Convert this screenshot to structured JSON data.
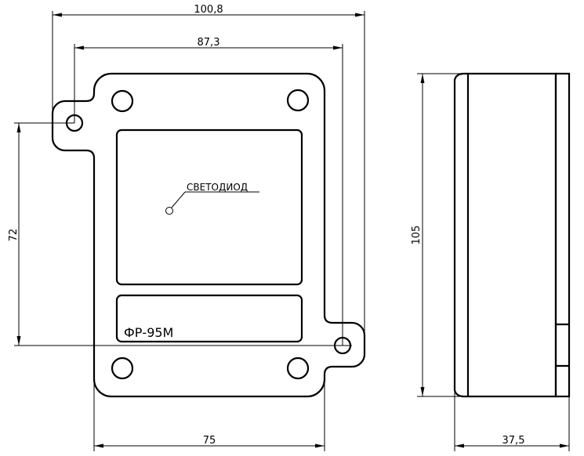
{
  "dimensions": {
    "overall_width": "100,8",
    "mount_hole_spacing": "87,3",
    "mount_hole_vertical": "72",
    "body_width": "75",
    "height": "105",
    "depth": "37,5"
  },
  "labels": {
    "led": "СВЕТОДИОД",
    "model": "ФР-95М"
  },
  "colors": {
    "line": "#000000",
    "background": "#ffffff"
  }
}
